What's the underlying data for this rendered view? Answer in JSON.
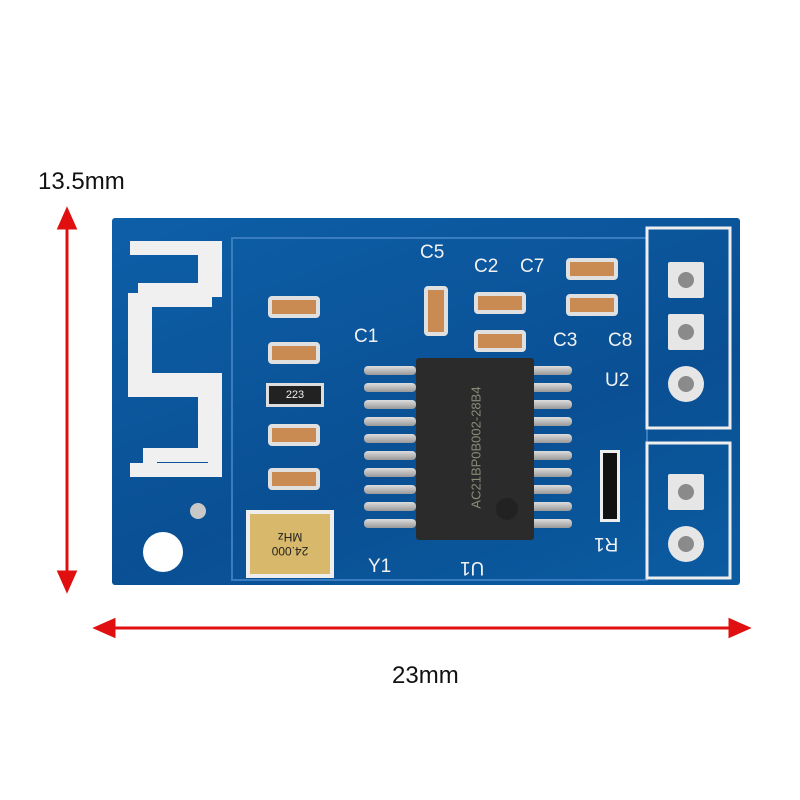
{
  "dimensions": {
    "height": "13.5mm",
    "width": "23mm",
    "arrow_color": "#e01010"
  },
  "board": {
    "color": "#0b55a0",
    "labels": {
      "c5": "C5",
      "c2": "C2",
      "c7": "C7",
      "c1": "C1",
      "c3": "C3",
      "c8": "C8",
      "u2": "U2",
      "y1": "Y1",
      "u1": "U1",
      "r1": "R1"
    },
    "resistor_code": "223",
    "crystal": {
      "freq": "24.000",
      "unit": "MHz"
    },
    "chip_marking": "AC21BP0B002-28B4"
  }
}
